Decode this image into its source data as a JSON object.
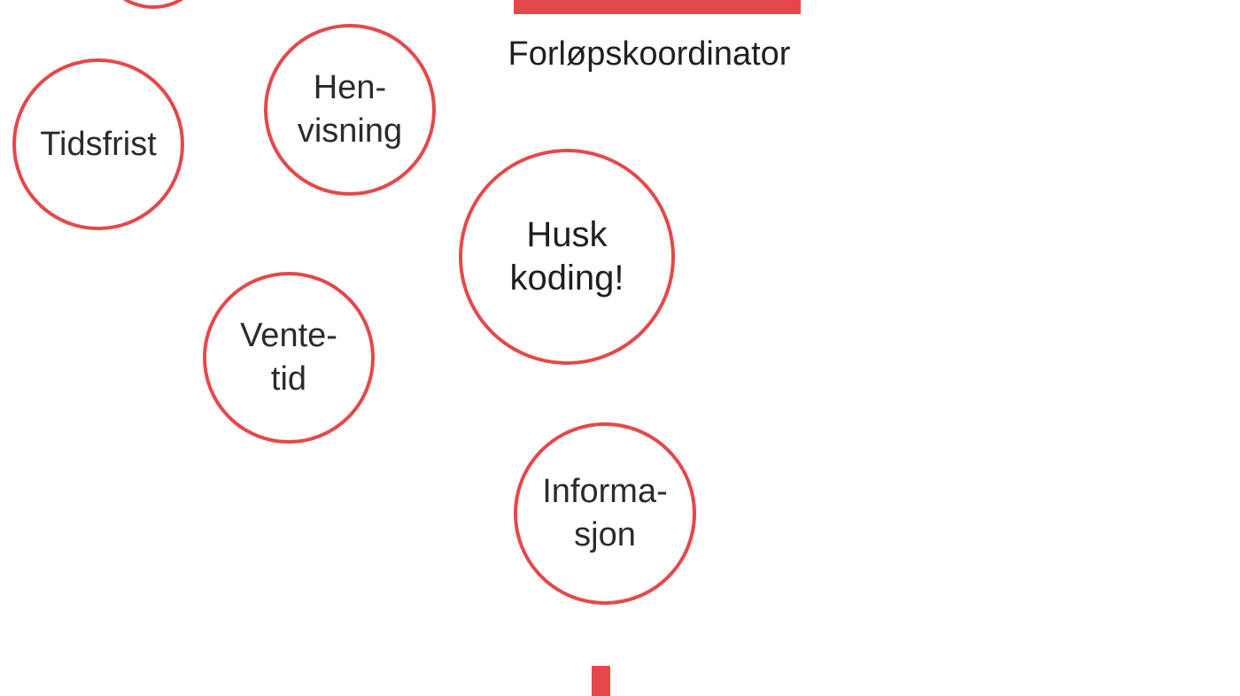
{
  "colors": {
    "accent": "#e5484a",
    "text": "#2b2b2b",
    "background": "#ffffff"
  },
  "diagram": {
    "role_label": "Forløpskoordinator",
    "bubbles": {
      "tidsfrist": "Tidsfrist",
      "henvisning": "Hen-\nvisning",
      "husk_koding": "Husk\nkoding!",
      "ventetid": "Vente-\ntid",
      "informasjon": "Informa-\nsjon"
    }
  }
}
